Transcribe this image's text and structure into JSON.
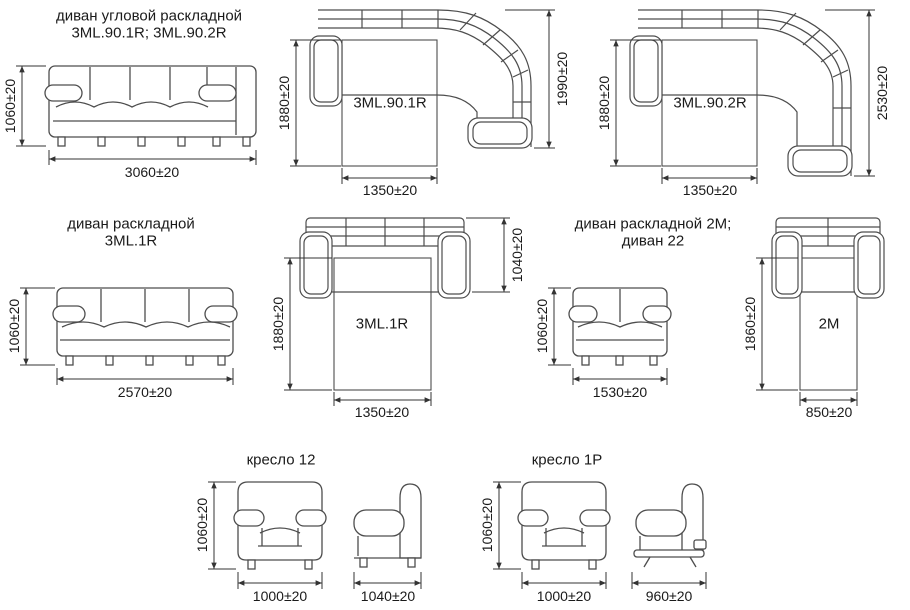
{
  "page": {
    "background": "#ffffff",
    "line_color": "#4d4d4d",
    "text_color": "#1a1a1a"
  },
  "sections": {
    "corner_sofa": {
      "title": [
        "диван угловой раскладной",
        "3ML.90.1R; 3ML.90.2R"
      ],
      "front_view": {
        "height_dim": "1060±20",
        "width_dim": "3060±20"
      },
      "top_view_1": {
        "model_label": "3ML.90.1R",
        "bed_length_dim": "1880±20",
        "side_length_dim": "1990±20",
        "bed_width_dim": "1350±20"
      },
      "top_view_2": {
        "model_label": "3ML.90.2R",
        "bed_length_dim": "1880±20",
        "side_length_dim": "2530±20",
        "bed_width_dim": "1350±20"
      }
    },
    "straight_sofa": {
      "title": [
        "диван раскладной",
        "3ML.1R"
      ],
      "front_view": {
        "height_dim": "1060±20",
        "width_dim": "2570±20"
      },
      "top_view": {
        "model_label": "3ML.1R",
        "bed_length_dim": "1880±20",
        "depth_dim": "1040±20",
        "bed_width_dim": "1350±20"
      }
    },
    "small_sofa": {
      "title": [
        "диван раскладной 2М;",
        "диван 22"
      ],
      "front_view": {
        "height_dim": "1060±20",
        "width_dim": "1530±20"
      },
      "top_view": {
        "model_label": "2M",
        "bed_length_dim": "1860±20",
        "bed_width_dim": "850±20"
      }
    },
    "armchair_12": {
      "title": "кресло 12",
      "front_view": {
        "height_dim": "1060±20",
        "width_dim": "1000±20"
      },
      "side_view": {
        "depth_dim": "1040±20"
      }
    },
    "armchair_1p": {
      "title": "кресло 1Р",
      "front_view": {
        "height_dim": "1060±20",
        "width_dim": "1000±20"
      },
      "side_view": {
        "depth_dim": "960±20"
      }
    }
  }
}
